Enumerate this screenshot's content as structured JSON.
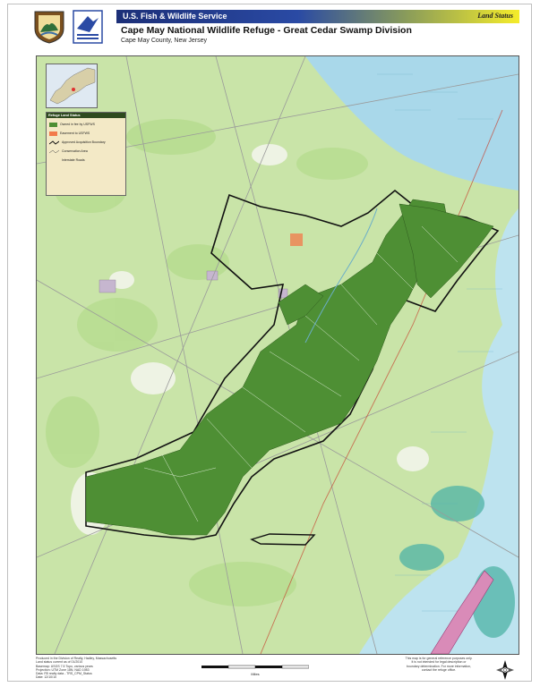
{
  "header": {
    "agency": "U.S. Fish & Wildlife Service",
    "status_label": "Land Status",
    "title": "Cape May National Wildlife Refuge  -  Great Cedar Swamp Division",
    "subtitle": "Cape May County, New Jersey"
  },
  "colors": {
    "title_bar_start": "#1c2f78",
    "title_bar_end": "#f5ec2a",
    "refuge_fill": "#4e8f34",
    "land_base": "#c9e4a8",
    "water": "#bde3ef",
    "legend_bg": "#f3e9c6"
  },
  "legend": {
    "title": "Refuge Land Status",
    "items": [
      {
        "label": "Owned in fee by USFWS",
        "color": "#4e8f34",
        "kind": "swatch"
      },
      {
        "label": "Easement to USFWS",
        "color": "#f27a4a",
        "kind": "swatch"
      },
      {
        "label": "Approved Acquisition Boundary",
        "color": "#111111",
        "kind": "line"
      },
      {
        "label": "Conservation Area",
        "color": "#444444",
        "kind": "thin"
      },
      {
        "label": "Interstate Roads",
        "color": "#888888",
        "kind": "none"
      }
    ]
  },
  "footer": {
    "credits": [
      "Produced in the Division of Realty, Hadley, Massachusetts",
      "Land status current as of 01/2010",
      "Basemap: USGS 7.5 Topo, various years",
      "Projection: UTM Zone 18N, NAD 1983",
      "Data: R5 realty data - TRS_CPM_Status",
      "Date: 12/10/10"
    ],
    "disclaimer": [
      "This map is for general reference purposes only.",
      "It is not intended for legal description or",
      "boundary determination. For more information,",
      "contact the refuge office."
    ],
    "scale_label": "Miles"
  }
}
